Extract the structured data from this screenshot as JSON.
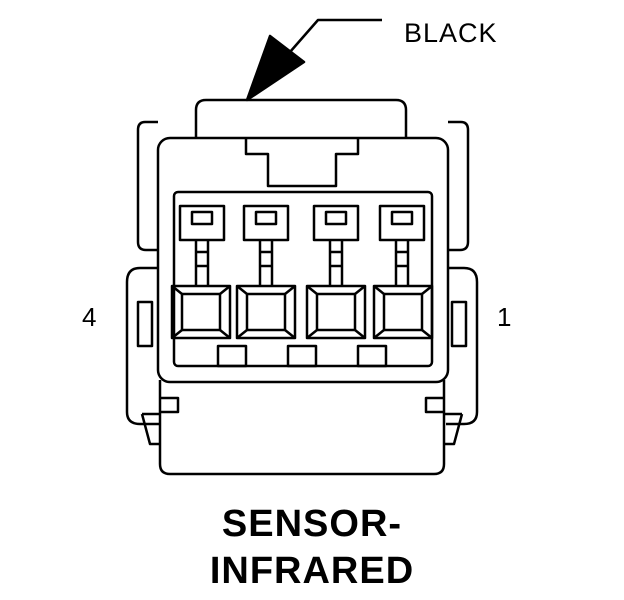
{
  "diagram": {
    "connector_color": "BLACK",
    "pin_numbers": {
      "left": "4",
      "right": "1"
    },
    "title": {
      "line1": "SENSOR-",
      "line2": "INFRARED"
    },
    "cavity_count": 4,
    "colors": {
      "stroke": "#000000",
      "fill": "#ffffff"
    }
  }
}
